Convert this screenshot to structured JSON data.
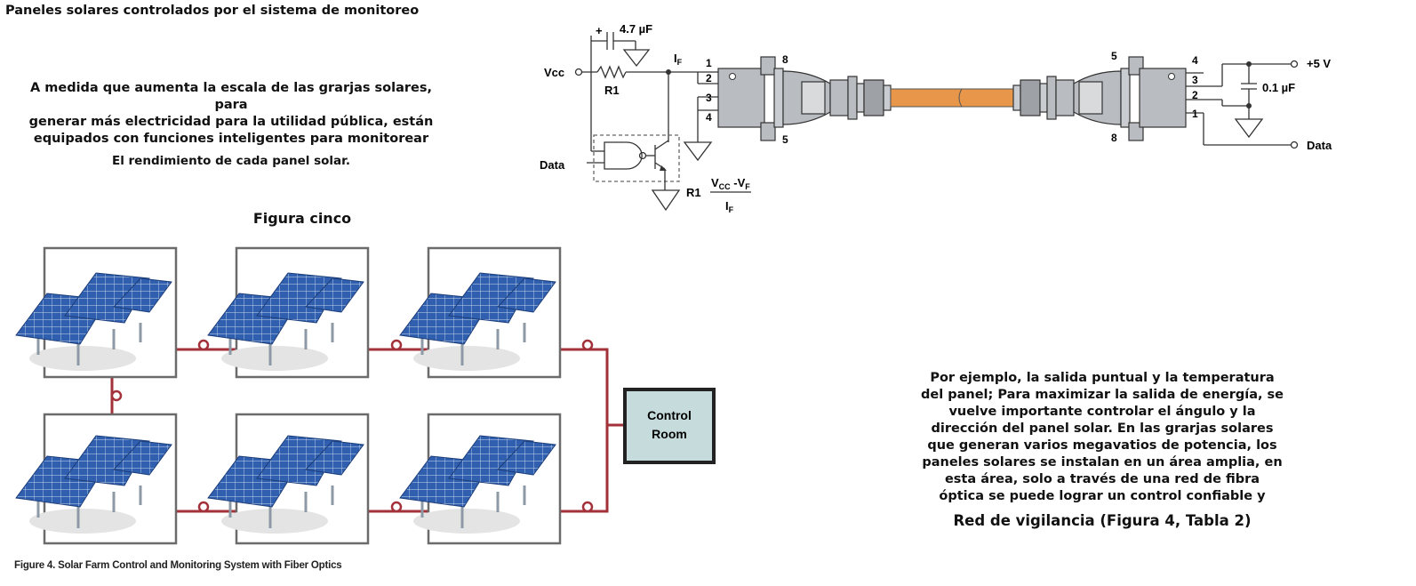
{
  "page_title": "Paneles solares controlados por el sistema de monitoreo",
  "intro": {
    "line1": "A medida que aumenta la escala de las grarjas solares, para",
    "line2": "generar más electricidad para la utilidad pública, están",
    "line3": "equipados con funciones inteligentes para monitorear",
    "line4": "El rendimiento de cada panel solar."
  },
  "figure_label": "Figura cinco",
  "circuit": {
    "cap1": "4.7 µF",
    "plus": "+",
    "vcc": "Vcc",
    "r1_top": "R1",
    "if_label": "I",
    "if_sub": "F",
    "data_left": "Data",
    "r1_formula": "R1",
    "formula_num": "V",
    "formula_num_sub": "CC",
    "formula_minus": " -V",
    "formula_num_sub2": "F",
    "formula_den": "I",
    "formula_den_sub": "F",
    "left_pins": [
      "1",
      "2",
      "3",
      "4"
    ],
    "left_pin_8": "8",
    "left_pin_5": "5",
    "right_pin_5": "5",
    "right_pin_8": "8",
    "right_pins": [
      "4",
      "3",
      "2",
      "1"
    ],
    "vplus": "+5 V",
    "cap2": "0.1 µF",
    "data_right": "Data"
  },
  "control_room": {
    "line1": "Control",
    "line2": "Room"
  },
  "caption": "Figure 4. Solar Farm Control and Monitoring System with Fiber Optics",
  "body_text": {
    "lines": [
      "Por ejemplo, la salida puntual y la temperatura",
      "del panel; Para maximizar la salida de energía, se",
      "vuelve importante controlar el ángulo y la",
      "dirección del panel solar. En las grarjas solares",
      "que generan varios megavatios de potencia, los",
      "paneles solares se instalan en un área amplia, en",
      "esta área, solo a través de una red de fibra",
      "óptica se puede lograr un control confiable y"
    ],
    "last": "Red de vigilancia (Figura 4, Tabla 2)"
  },
  "colors": {
    "fiber": "#e8974a",
    "link": "#a3313a",
    "panel": "#2f5fae",
    "connector": "#b9bcc0",
    "control_room": "#c6dcdc"
  }
}
